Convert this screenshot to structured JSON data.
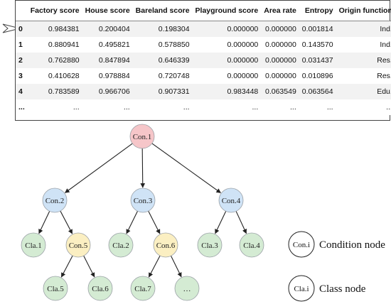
{
  "table": {
    "columns": [
      "",
      "Factory score",
      "House score",
      "Bareland score",
      "Playground score",
      "Area rate",
      "Entropy",
      "Origin function"
    ],
    "rows": [
      [
        "0",
        "0.984381",
        "0.200404",
        "0.198304",
        "0.000000",
        "0.000000",
        "0.001814",
        "Ind."
      ],
      [
        "1",
        "0.880941",
        "0.495821",
        "0.578850",
        "0.000000",
        "0.000000",
        "0.143570",
        "Ind."
      ],
      [
        "2",
        "0.762880",
        "0.847894",
        "0.646339",
        "0.000000",
        "0.000000",
        "0.031437",
        "Res."
      ],
      [
        "3",
        "0.410628",
        "0.978884",
        "0.720748",
        "0.000000",
        "0.000000",
        "0.010896",
        "Res."
      ],
      [
        "4",
        "0.783589",
        "0.966706",
        "0.907331",
        "0.983448",
        "0.063549",
        "0.063564",
        "Edu."
      ],
      [
        "...",
        "...",
        "...",
        "...",
        "...",
        "...",
        "...",
        "..."
      ]
    ]
  },
  "tree": {
    "colors": {
      "root": "#f6c6c9",
      "condition": "#cfe3f6",
      "class": "#d4ebd3",
      "sub_condition": "#fbefc2",
      "ellipsis": "#d4ebd3",
      "edge": "#222222",
      "stroke": "#9aa0a6"
    },
    "nodes": [
      {
        "id": "con1",
        "label": "Con.1",
        "kind": "root"
      },
      {
        "id": "con2",
        "label": "Con.2",
        "kind": "condition"
      },
      {
        "id": "con3",
        "label": "Con.3",
        "kind": "condition"
      },
      {
        "id": "con4",
        "label": "Con.4",
        "kind": "condition"
      },
      {
        "id": "cla1",
        "label": "Cla.1",
        "kind": "class"
      },
      {
        "id": "con5",
        "label": "Con.5",
        "kind": "sub_condition"
      },
      {
        "id": "cla2",
        "label": "Cla.2",
        "kind": "class"
      },
      {
        "id": "con6",
        "label": "Con.6",
        "kind": "sub_condition"
      },
      {
        "id": "cla3",
        "label": "Cla.3",
        "kind": "class"
      },
      {
        "id": "cla4",
        "label": "Cla.4",
        "kind": "class"
      },
      {
        "id": "cla5",
        "label": "Cla.5",
        "kind": "class"
      },
      {
        "id": "cla6",
        "label": "Cla.6",
        "kind": "class"
      },
      {
        "id": "cla7",
        "label": "Cla.7",
        "kind": "class"
      },
      {
        "id": "more",
        "label": "…",
        "kind": "ellipsis"
      }
    ],
    "edges": [
      [
        "con1",
        "con2"
      ],
      [
        "con1",
        "con3"
      ],
      [
        "con1",
        "con4"
      ],
      [
        "con2",
        "cla1"
      ],
      [
        "con2",
        "con5"
      ],
      [
        "con3",
        "cla2"
      ],
      [
        "con3",
        "con6"
      ],
      [
        "con4",
        "cla3"
      ],
      [
        "con4",
        "cla4"
      ],
      [
        "con5",
        "cla5"
      ],
      [
        "con5",
        "cla6"
      ],
      [
        "con6",
        "cla7"
      ],
      [
        "con6",
        "more"
      ]
    ]
  },
  "legend": [
    {
      "node_label": "Con.i",
      "text": "Condition node"
    },
    {
      "node_label": "Cla.i",
      "text": "Class node"
    }
  ]
}
